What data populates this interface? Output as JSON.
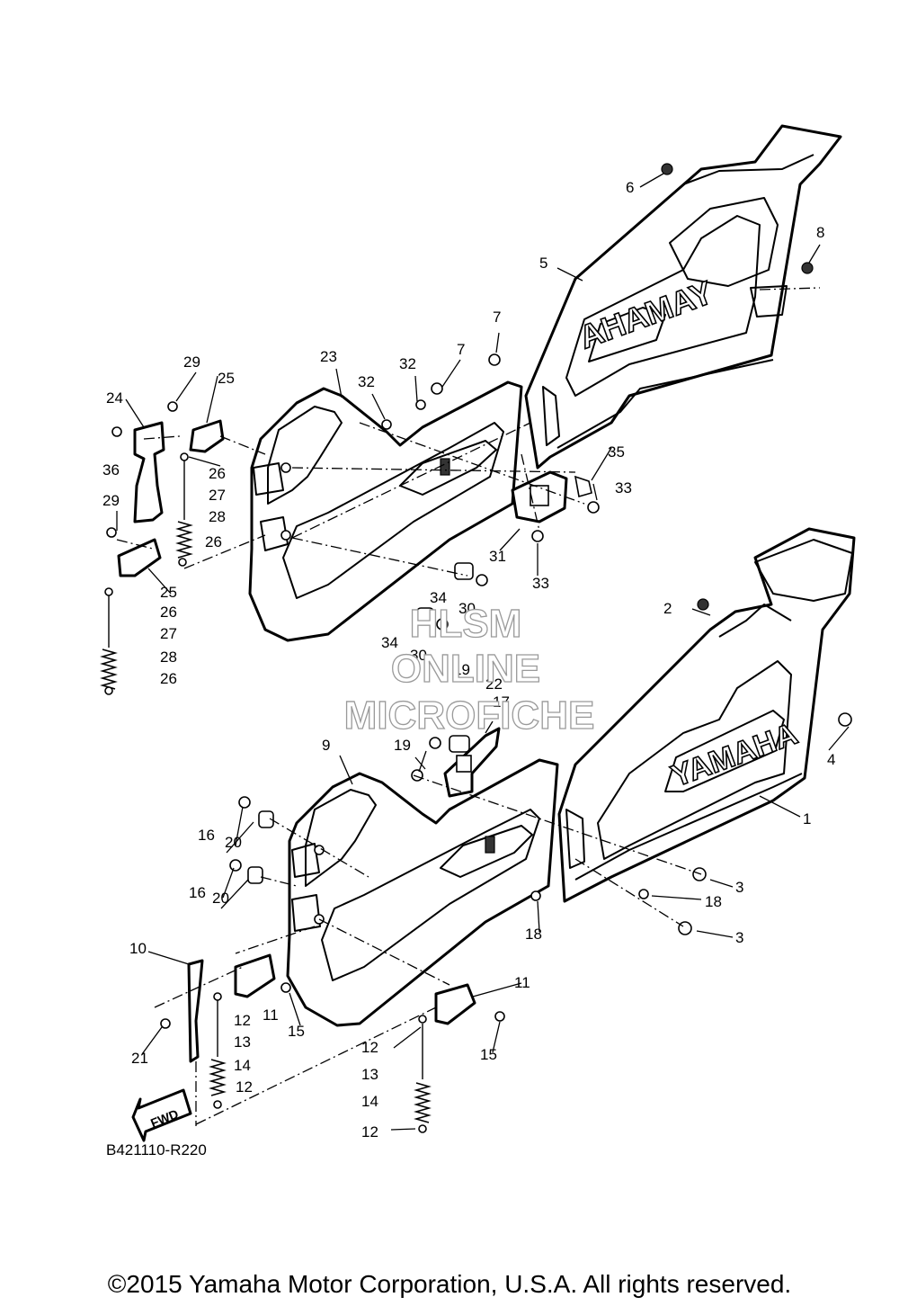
{
  "diagram": {
    "callouts": [
      "1",
      "2",
      "3",
      "3",
      "4",
      "5",
      "6",
      "7",
      "7",
      "8",
      "9",
      "10",
      "11",
      "11",
      "12",
      "12",
      "12",
      "12",
      "13",
      "13",
      "14",
      "14",
      "15",
      "15",
      "16",
      "16",
      "17",
      "18",
      "18",
      "19",
      "19",
      "20",
      "20",
      "21",
      "22",
      "23",
      "24",
      "25",
      "25",
      "26",
      "26",
      "26",
      "26",
      "27",
      "27",
      "28",
      "28",
      "29",
      "29",
      "30",
      "30",
      "31",
      "32",
      "32",
      "33",
      "33",
      "34",
      "34",
      "35",
      "36"
    ],
    "door_emblem_text": "YAMAHA",
    "door_emblem_mirrored_text": "AHAMAY",
    "direction_arrow_text": "FWD",
    "watermark_lines": [
      "HLSM",
      "ONLINE",
      "MICROFICHE"
    ],
    "diagram_code": "B421110-R220"
  },
  "footer": {
    "copyright": "©2015 Yamaha Motor Corporation, U.S.A. All rights reserved."
  }
}
